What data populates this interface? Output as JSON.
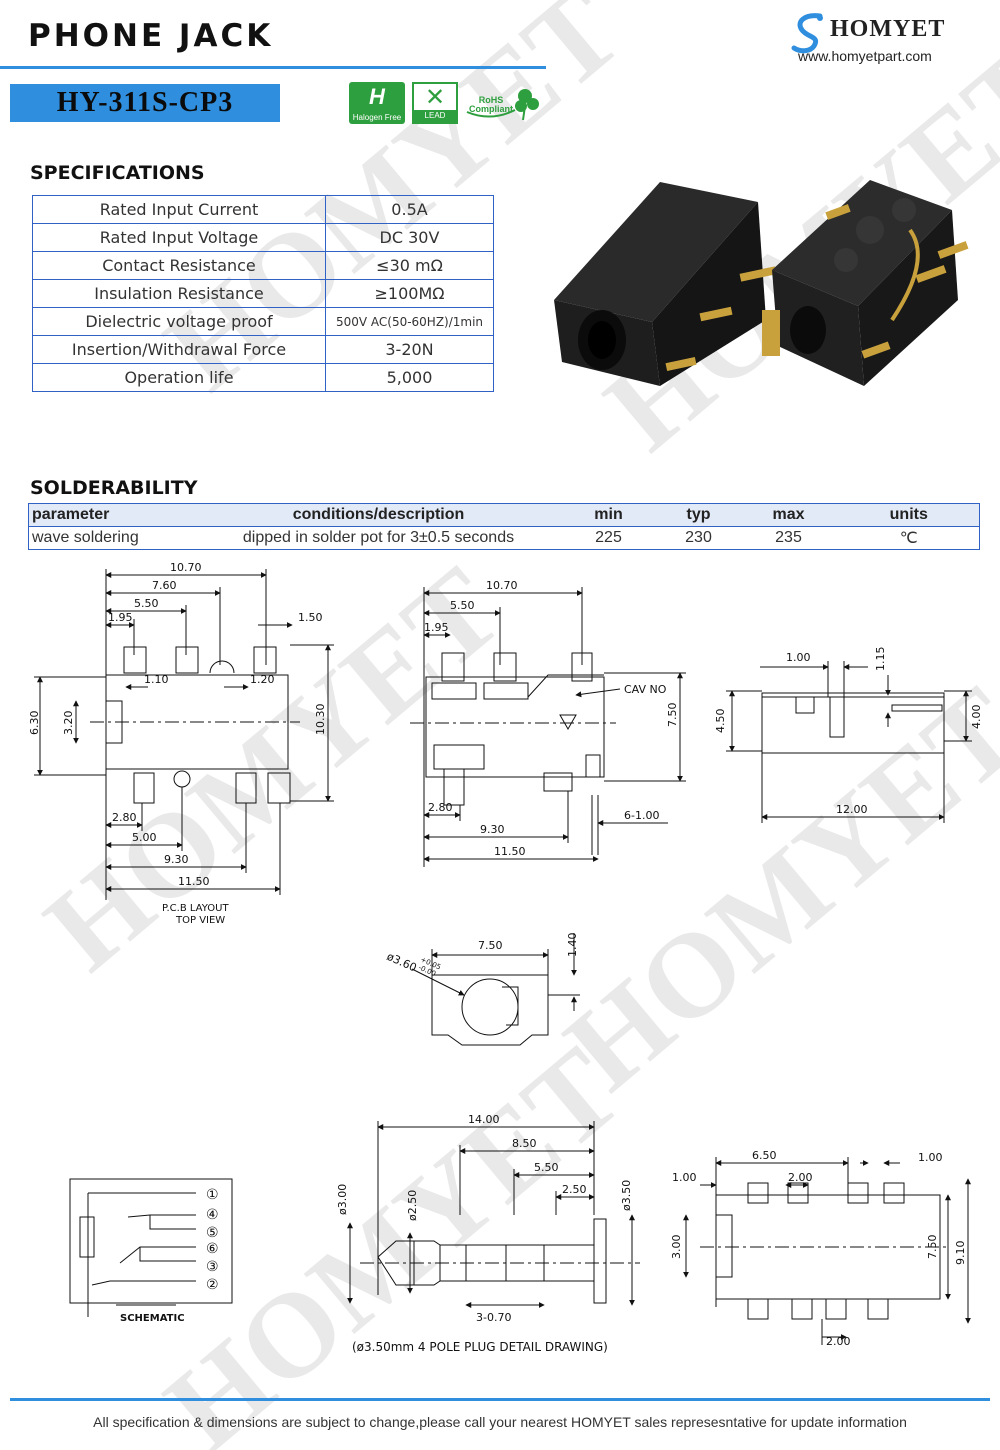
{
  "header": {
    "title": "PHONE JACK",
    "brand": "HOMYET",
    "website": "www.homyetpart.com",
    "model": "HY-311S-CP3"
  },
  "badges": {
    "halogen_free": "Halogen Free",
    "lead_free": "LEAD FREE",
    "rohs_line1": "RoHS",
    "rohs_line2": "Compliant"
  },
  "watermark_text": "HOMYET",
  "specifications": {
    "heading": "SPECIFICATIONS",
    "rows": [
      {
        "name": "Rated Input Current",
        "value": "0.5A"
      },
      {
        "name": "Rated Input Voltage",
        "value": "DC  30V"
      },
      {
        "name": "Contact Resistance",
        "value": "≤30  mΩ"
      },
      {
        "name": "Insulation Resistance",
        "value": "≥100MΩ"
      },
      {
        "name": "Dielectric voltage proof",
        "value": "500V AC(50-60HZ)/1min"
      },
      {
        "name": "Insertion/Withdrawal Force",
        "value": "3-20N"
      },
      {
        "name": "Operation life",
        "value": "5,000"
      }
    ]
  },
  "solderability": {
    "heading": "SOLDERABILITY",
    "columns": [
      "parameter",
      "conditions/description",
      "min",
      "typ",
      "max",
      "units"
    ],
    "row": {
      "parameter": "wave soldering",
      "conditions": "dipped in solder pot for 3±0.5 seconds",
      "min": "225",
      "typ": "230",
      "max": "235",
      "units": "℃"
    }
  },
  "drawing": {
    "pcb": {
      "d_10_70": "10.70",
      "d_7_60": "7.60",
      "d_5_50": "5.50",
      "d_1_95": "1.95",
      "d_1_50": "1.50",
      "d_1_10": "1.10",
      "d_1_20": "1.20",
      "d_6_30": "6.30",
      "d_3_20": "3.20",
      "d_10_30": "10.30",
      "d_2_80": "2.80",
      "d_5_00": "5.00",
      "d_9_30": "9.30",
      "d_11_50": "11.50",
      "caption1": "P.C.B LAYOUT",
      "caption2": "TOP VIEW"
    },
    "top": {
      "d_10_70": "10.70",
      "d_5_50": "5.50",
      "d_1_95": "1.95",
      "cav": "CAV NO",
      "d_7_50": "7.50",
      "d_2_80": "2.80",
      "d_6_1_00": "6-1.00",
      "d_9_30": "9.30",
      "d_11_50": "11.50"
    },
    "side": {
      "d_1_00": "1.00",
      "d_1_15": "1.15",
      "d_4_50": "4.50",
      "d_4_00": "4.00",
      "d_12_00": "12.00"
    },
    "front": {
      "d_7_50": "7.50",
      "d_1_40": "1.40",
      "dia": "ø3.60",
      "tol": "+0.05",
      "tol2": "-0.00"
    },
    "plug": {
      "d_14_00": "14.00",
      "d_8_50": "8.50",
      "d_5_50": "5.50",
      "d_2_50": "2.50",
      "d_3_00": "ø3.00",
      "d_2_50b": "ø2.50",
      "d_3_50": "ø3.50",
      "d_3_0_70": "3-0.70",
      "caption": "(ø3.50mm  4  POLE  PLUG  DETAIL  DRAWING)"
    },
    "schematic": {
      "caption": "SCHEMATIC",
      "pins": [
        "①",
        "④",
        "⑤",
        "⑥",
        "③",
        "②"
      ]
    },
    "bottom": {
      "d_6_50": "6.50",
      "d_2_00": "2.00",
      "d_1_00a": "1.00",
      "d_1_00b": "1.00",
      "d_3_00": "3.00",
      "d_7_50": "7.50",
      "d_9_10": "9.10",
      "d_2_00b": "2.00"
    }
  },
  "footer": {
    "text": "All specification & dimensions are subject to change,please call your nearest HOMYET sales represesntative for update information"
  },
  "colors": {
    "accent_blue": "#2f8fde",
    "table_border": "#2f62c4",
    "badge_green": "#2e9f3e"
  }
}
